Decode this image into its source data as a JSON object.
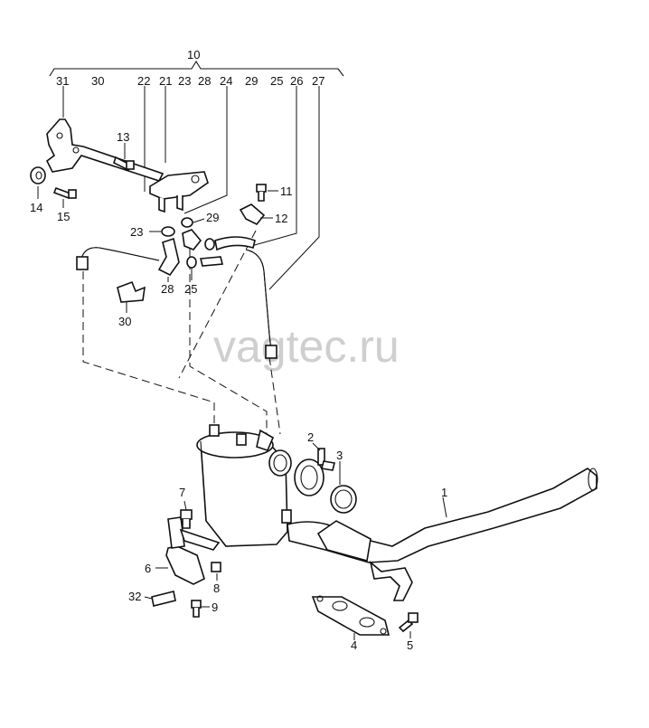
{
  "watermark": "vagtec.ru",
  "callouts": {
    "c10": "10",
    "c31": "31",
    "c30a": "30",
    "c22": "22",
    "c21": "21",
    "c23a": "23",
    "c28a": "28",
    "c24": "24",
    "c29a": "29",
    "c25a": "25",
    "c26": "26",
    "c27": "27",
    "c13": "13",
    "c11": "11",
    "c14": "14",
    "c15": "15",
    "c12": "12",
    "c23b": "23",
    "c29b": "29",
    "c28b": "28",
    "c25b": "25",
    "c30b": "30",
    "c2": "2",
    "c3": "3",
    "c1": "1",
    "c7": "7",
    "c6": "6",
    "c8": "8",
    "c32": "32",
    "c9": "9",
    "c4": "4",
    "c5": "5"
  }
}
